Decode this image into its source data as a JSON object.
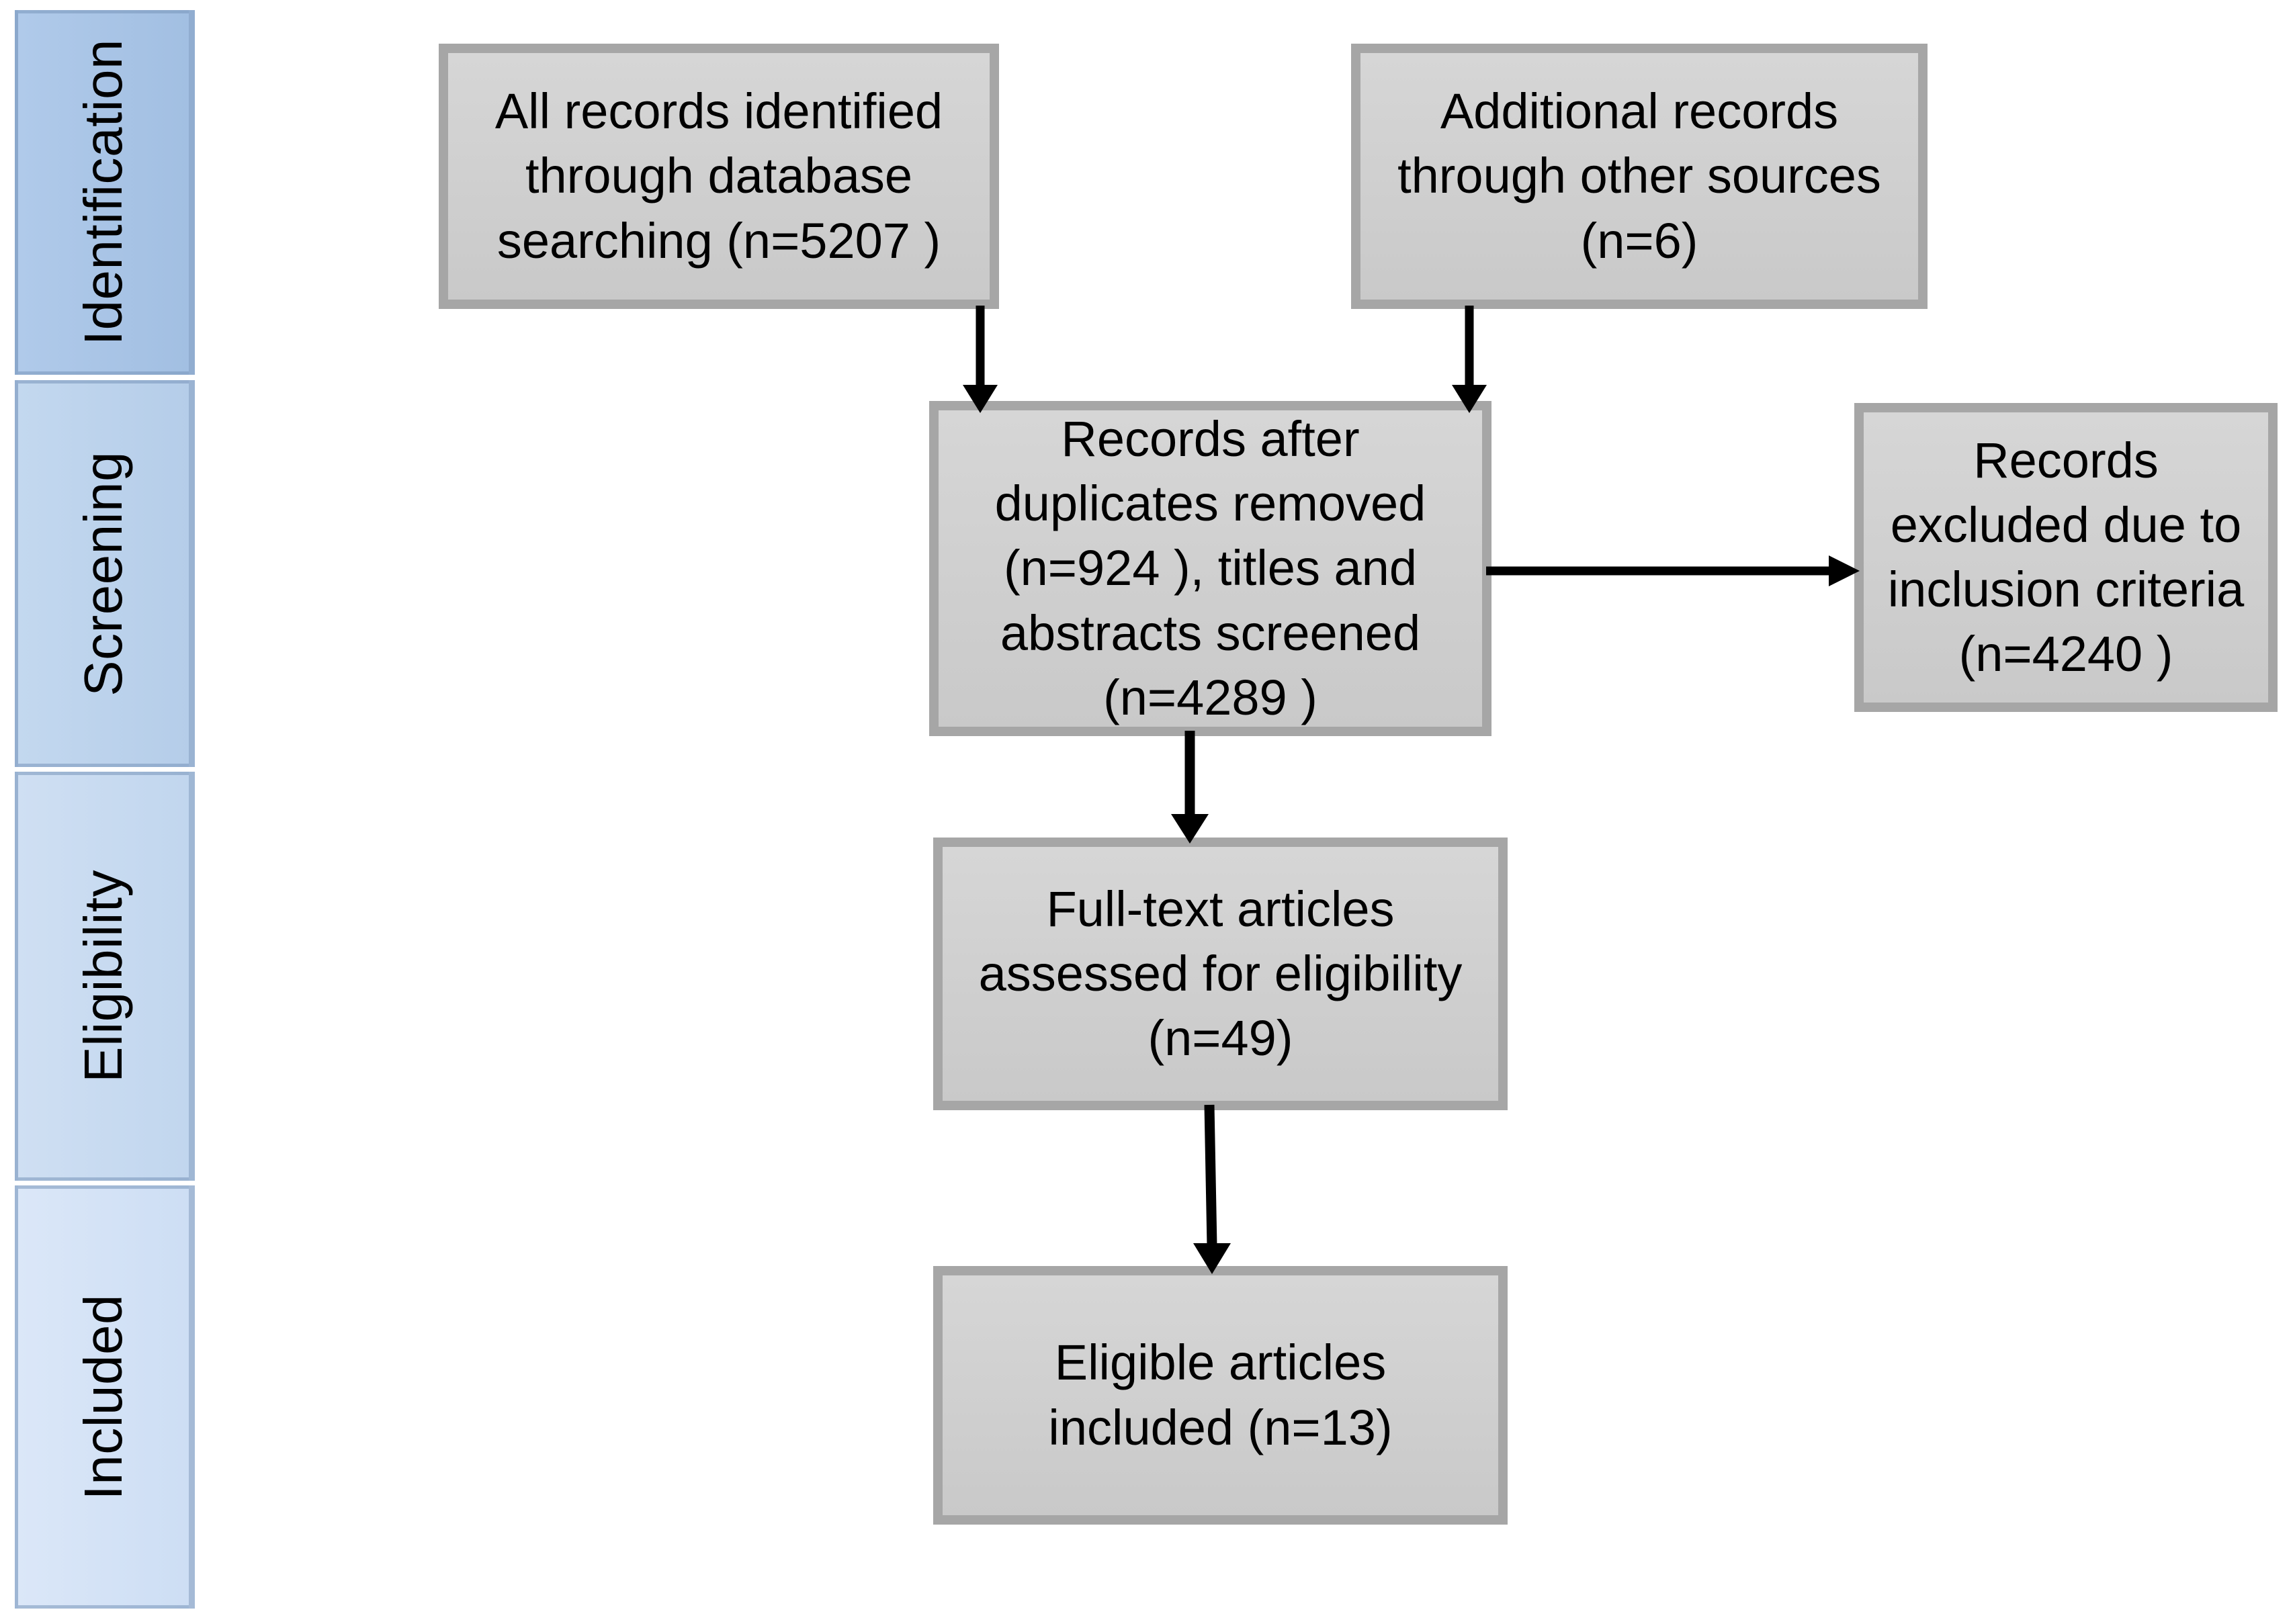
{
  "diagram": {
    "type": "prisma-flow-diagram",
    "title": "",
    "colors": {
      "box_fill": "#d0d0d0",
      "box_border": "#a6a6a6",
      "arrow": "#000000",
      "stage_identification": "#a8c4e5",
      "stage_screening": "#bcd3ec",
      "stage_eligibility": "#c7daf0",
      "stage_included": "#d3e2f5",
      "stage_border": "#7896b9",
      "text": "#000000",
      "background": "#ffffff"
    },
    "stages": [
      {
        "id": "identification",
        "label": "Identification",
        "fill": "#a8c4e5"
      },
      {
        "id": "screening",
        "label": "Screening",
        "fill": "#bcd3ec"
      },
      {
        "id": "eligibility",
        "label": "Eligibility",
        "fill": "#c7daf0"
      },
      {
        "id": "included",
        "label": "Included",
        "fill": "#d3e2f5"
      }
    ],
    "nodes": [
      {
        "id": "db-records",
        "stage": "identification",
        "text": "All records identified\nthrough database\nsearching (n=5207 )",
        "count": 5207
      },
      {
        "id": "other-records",
        "stage": "identification",
        "text": "Additional records\nthrough other sources\n(n=6)",
        "count": 6
      },
      {
        "id": "screened",
        "stage": "screening",
        "text": "Records after\nduplicates removed\n(n=924 ), titles and\nabstracts screened\n(n=4289 )",
        "duplicates_removed_remaining": 924,
        "count": 4289
      },
      {
        "id": "excluded",
        "stage": "screening",
        "text": "Records\nexcluded due to\ninclusion criteria\n(n=4240 )",
        "count": 4240
      },
      {
        "id": "fulltext",
        "stage": "eligibility",
        "text": "Full-text articles\nassessed for eligibility\n(n=49)",
        "count": 49
      },
      {
        "id": "included-articles",
        "stage": "included",
        "text": "Eligible articles\nincluded (n=13)",
        "count": 13
      }
    ],
    "edges": [
      {
        "id": "db-to-screened",
        "from": "db-records",
        "to": "screened",
        "direction": "down"
      },
      {
        "id": "other-to-screened",
        "from": "other-records",
        "to": "screened",
        "direction": "down"
      },
      {
        "id": "screened-to-excluded",
        "from": "screened",
        "to": "excluded",
        "direction": "right"
      },
      {
        "id": "screened-to-fulltext",
        "from": "screened",
        "to": "fulltext",
        "direction": "down"
      },
      {
        "id": "fulltext-to-included",
        "from": "fulltext",
        "to": "included-articles",
        "direction": "down"
      }
    ]
  }
}
